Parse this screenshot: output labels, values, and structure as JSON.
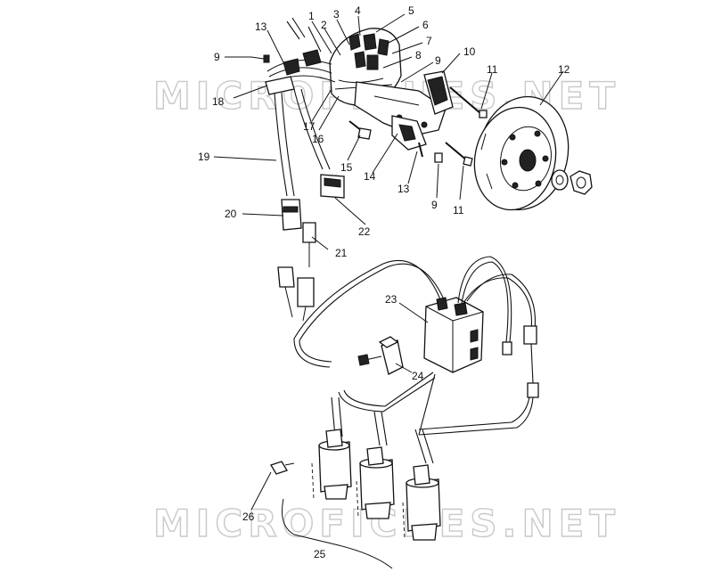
{
  "watermark": {
    "text": "MICROFICHES.NET",
    "color": "#c9c9c9"
  },
  "callouts": [
    {
      "id": "c1",
      "label": "1"
    },
    {
      "id": "c2",
      "label": "2"
    },
    {
      "id": "c3",
      "label": "3"
    },
    {
      "id": "c4",
      "label": "4"
    },
    {
      "id": "c5",
      "label": "5"
    },
    {
      "id": "c6",
      "label": "6"
    },
    {
      "id": "c7",
      "label": "7"
    },
    {
      "id": "c8",
      "label": "8"
    },
    {
      "id": "c9a",
      "label": "9"
    },
    {
      "id": "c9b",
      "label": "9"
    },
    {
      "id": "c9c",
      "label": "9"
    },
    {
      "id": "c10",
      "label": "10"
    },
    {
      "id": "c11a",
      "label": "11"
    },
    {
      "id": "c11b",
      "label": "11"
    },
    {
      "id": "c12",
      "label": "12"
    },
    {
      "id": "c13a",
      "label": "13"
    },
    {
      "id": "c13b",
      "label": "13"
    },
    {
      "id": "c14",
      "label": "14"
    },
    {
      "id": "c15",
      "label": "15"
    },
    {
      "id": "c16",
      "label": "16"
    },
    {
      "id": "c17",
      "label": "17"
    },
    {
      "id": "c18",
      "label": "18"
    },
    {
      "id": "c19",
      "label": "19"
    },
    {
      "id": "c20",
      "label": "20"
    },
    {
      "id": "c21",
      "label": "21"
    },
    {
      "id": "c22",
      "label": "22"
    },
    {
      "id": "c23",
      "label": "23"
    },
    {
      "id": "c24",
      "label": "24"
    },
    {
      "id": "c25",
      "label": "25"
    },
    {
      "id": "c26",
      "label": "26"
    }
  ]
}
